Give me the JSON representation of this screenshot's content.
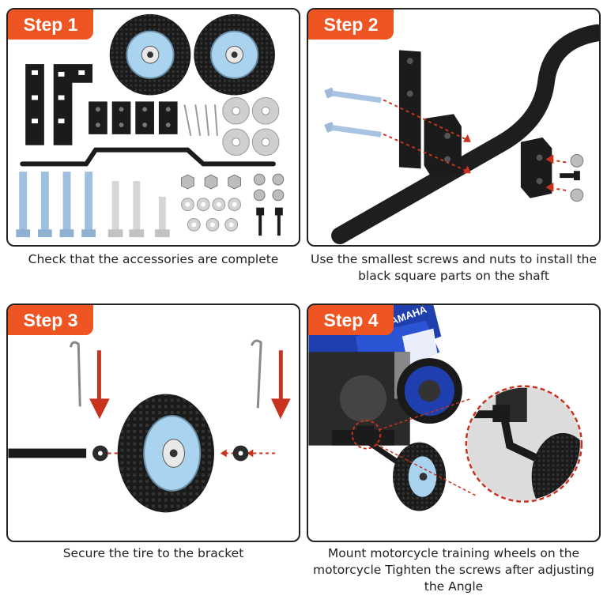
{
  "steps": [
    {
      "label": "Step 1",
      "caption": "Check that the accessories are complete"
    },
    {
      "label": "Step 2",
      "caption": "Use the smallest screws and nuts to install the black square parts on the shaft"
    },
    {
      "label": "Step 3",
      "caption": "Secure the tire to the bracket"
    },
    {
      "label": "Step 4",
      "caption": "Mount motorcycle training wheels on the motorcycle Tighten the screws after adjusting the Angle"
    }
  ],
  "bike_brand": "YAMAHA",
  "colors": {
    "badge": "#ef5423",
    "arrow_red": "#c9321e",
    "rim_blue": "#a9d3ef",
    "bike_blue": "#1f3fae"
  }
}
